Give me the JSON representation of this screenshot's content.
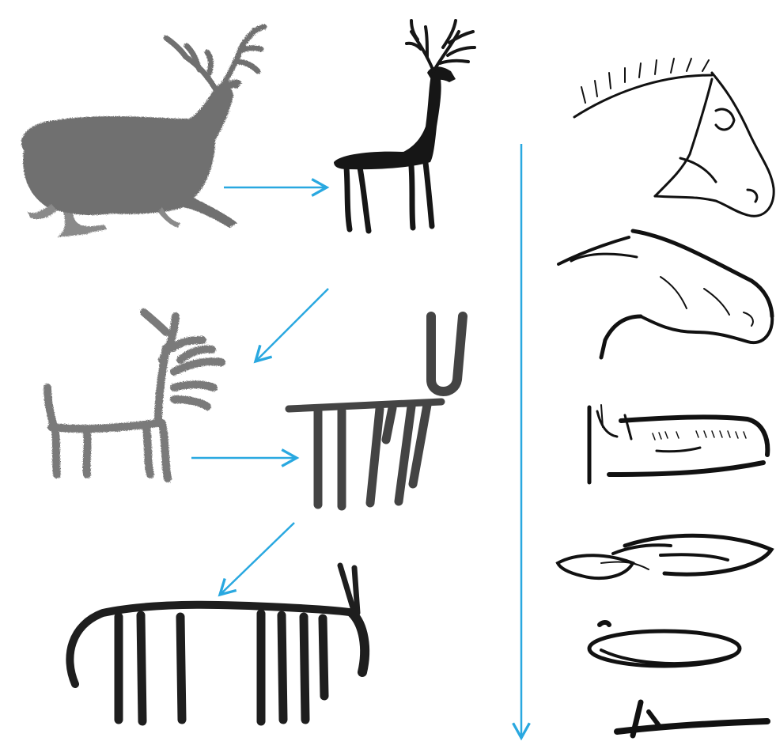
{
  "colors": {
    "arrow": "#29a8e0",
    "ink_gray": "#6a6a6a",
    "ink_dark": "#1a1a1a",
    "ink_mid": "#4a4a4a",
    "background": "#ffffff"
  },
  "left_sequence": [
    {
      "name": "stag-realistic",
      "shade": "gray"
    },
    {
      "name": "stag-simplified",
      "shade": "dark"
    },
    {
      "name": "stag-stick",
      "shade": "gray"
    },
    {
      "name": "stag-linear",
      "shade": "mid"
    },
    {
      "name": "animal-abstract",
      "shade": "dark"
    }
  ],
  "right_sequence": [
    {
      "name": "horse-head-realistic"
    },
    {
      "name": "horse-head-sketch"
    },
    {
      "name": "horse-head-schematic"
    },
    {
      "name": "horse-head-ellipse"
    },
    {
      "name": "horse-head-minimal"
    }
  ],
  "arrows": [
    "right",
    "down-left",
    "right",
    "down-left",
    "down"
  ]
}
